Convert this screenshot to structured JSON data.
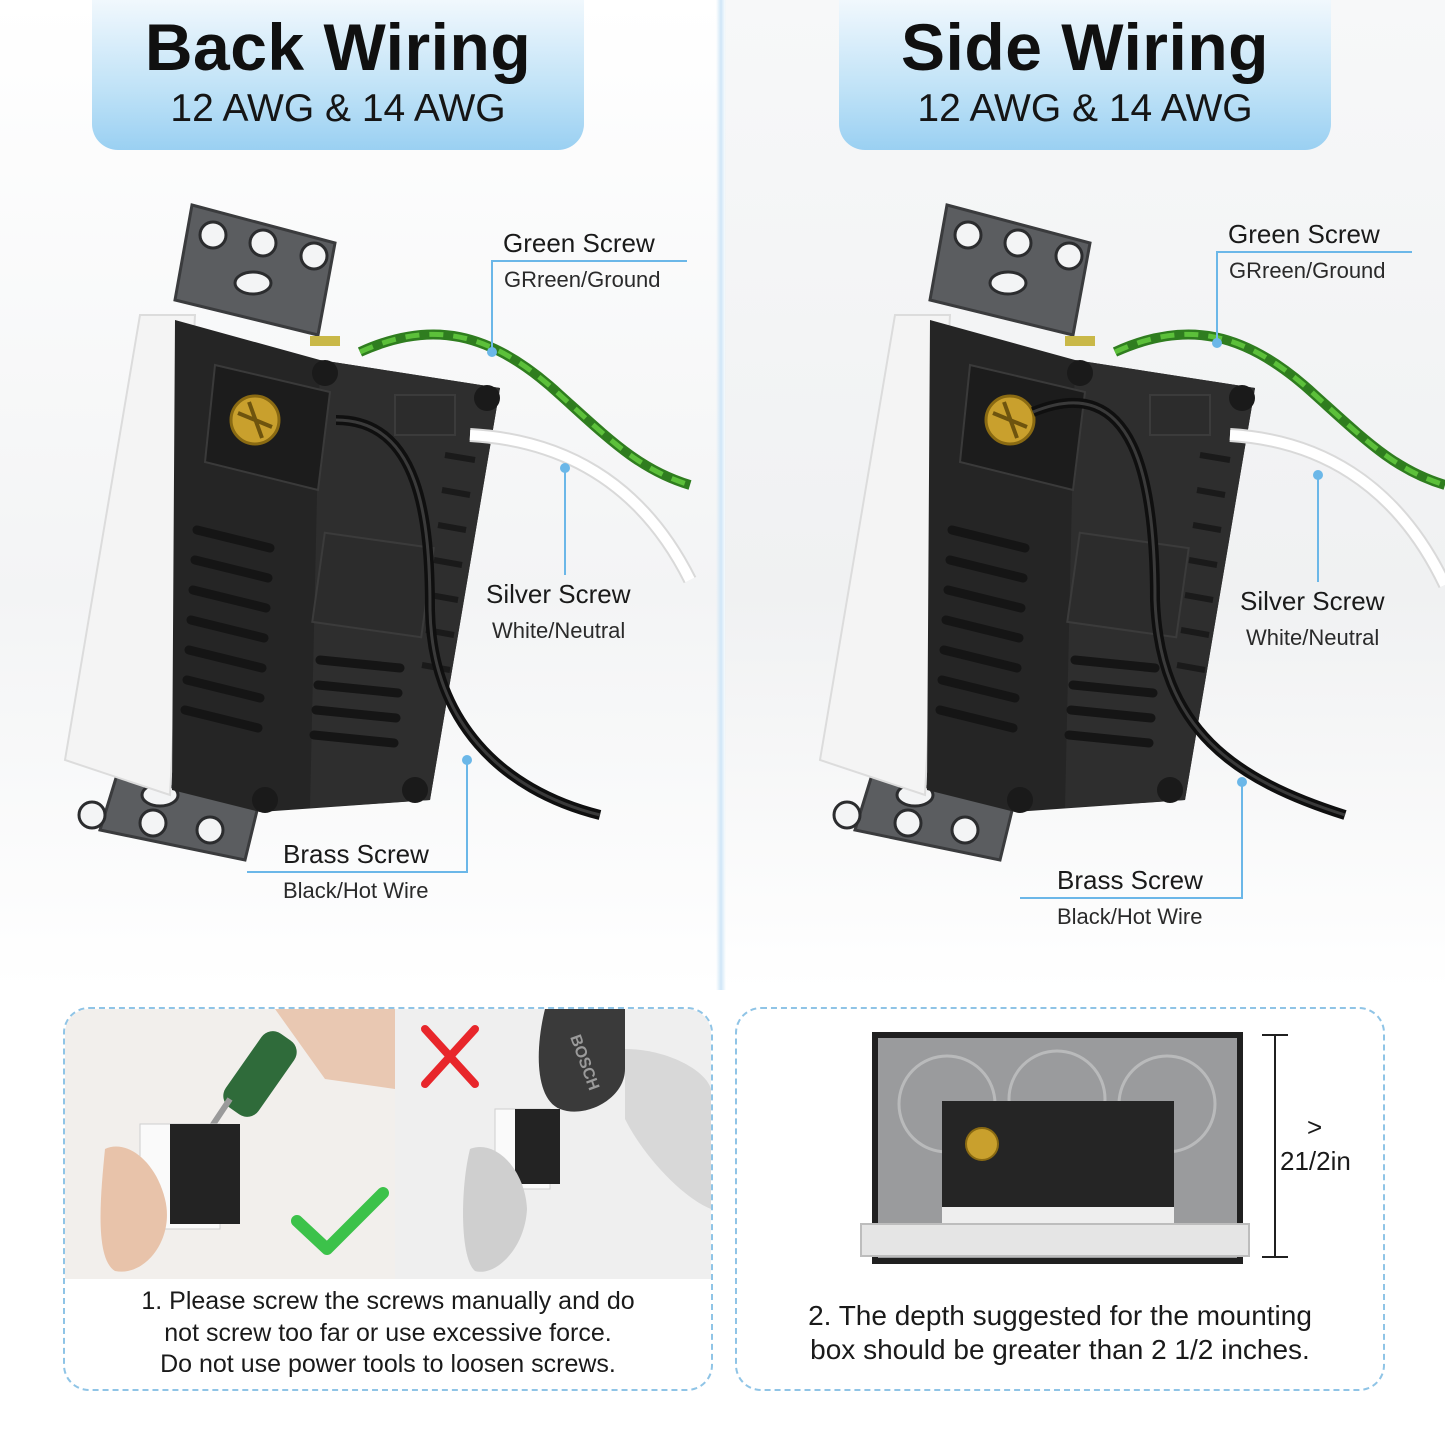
{
  "left_panel": {
    "title": "Back Wiring",
    "subtitle": "12 AWG & 14 AWG",
    "green": {
      "name": "Green Screw",
      "wire": "GRreen/Ground"
    },
    "silver": {
      "name": "Silver Screw",
      "wire": "White/Neutral"
    },
    "brass": {
      "name": "Brass Screw",
      "wire": "Black/Hot Wire"
    }
  },
  "right_panel": {
    "title": "Side Wiring",
    "subtitle": "12 AWG & 14 AWG",
    "green": {
      "name": "Green Screw",
      "wire": "GRreen/Ground"
    },
    "silver": {
      "name": "Silver Screw",
      "wire": "White/Neutral"
    },
    "brass": {
      "name": "Brass Screw",
      "wire": "Black/Hot Wire"
    }
  },
  "tips": [
    {
      "lines": [
        "1. Please screw the screws manually and do",
        "not screw too far or use excessive force.",
        "Do not use power tools to loosen screws."
      ]
    },
    {
      "lines": [
        "2. The depth suggested for the mounting",
        "box should be greater than 2 1/2 inches."
      ]
    }
  ],
  "depth_label": {
    "symbol": ">",
    "value": "21/2in"
  },
  "brand_mark": "BOSCH",
  "colors": {
    "accent_blue": "#6bb7e8",
    "title_gradient_bottom": "#9ad0f2",
    "green_wire": "#4caf2e",
    "check_green": "#3cc24a",
    "cross_red": "#e8262b",
    "receptacle_body": "#232323"
  }
}
